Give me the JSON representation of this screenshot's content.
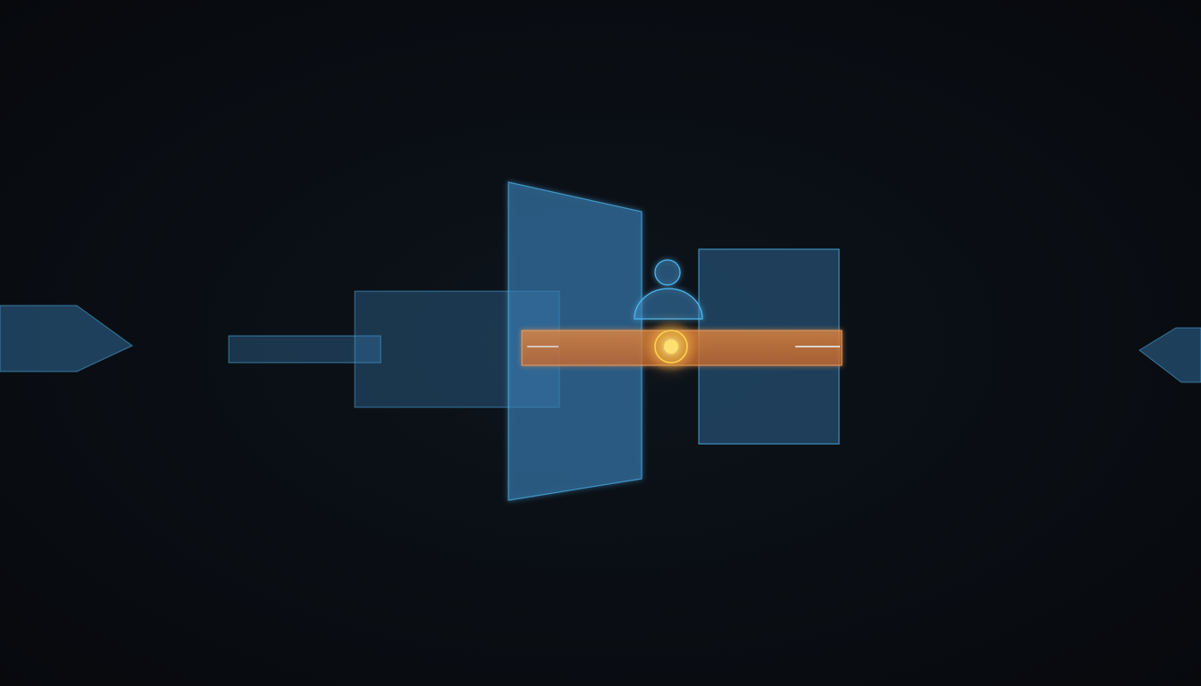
{
  "scene": {
    "background": "#0a0e14",
    "accent_blue": "#4fb6f0",
    "panel_fill": "#3a7fb5",
    "accent_orange": "#e8873a",
    "core_glow": "#ffd34d",
    "elements": [
      "left-arrow-shape",
      "beam-line",
      "small-bar",
      "mid-panel",
      "tall-panel",
      "person-icon",
      "orange-bar",
      "core-node",
      "right-panel",
      "bright-segment",
      "right-arrow-shape"
    ]
  }
}
